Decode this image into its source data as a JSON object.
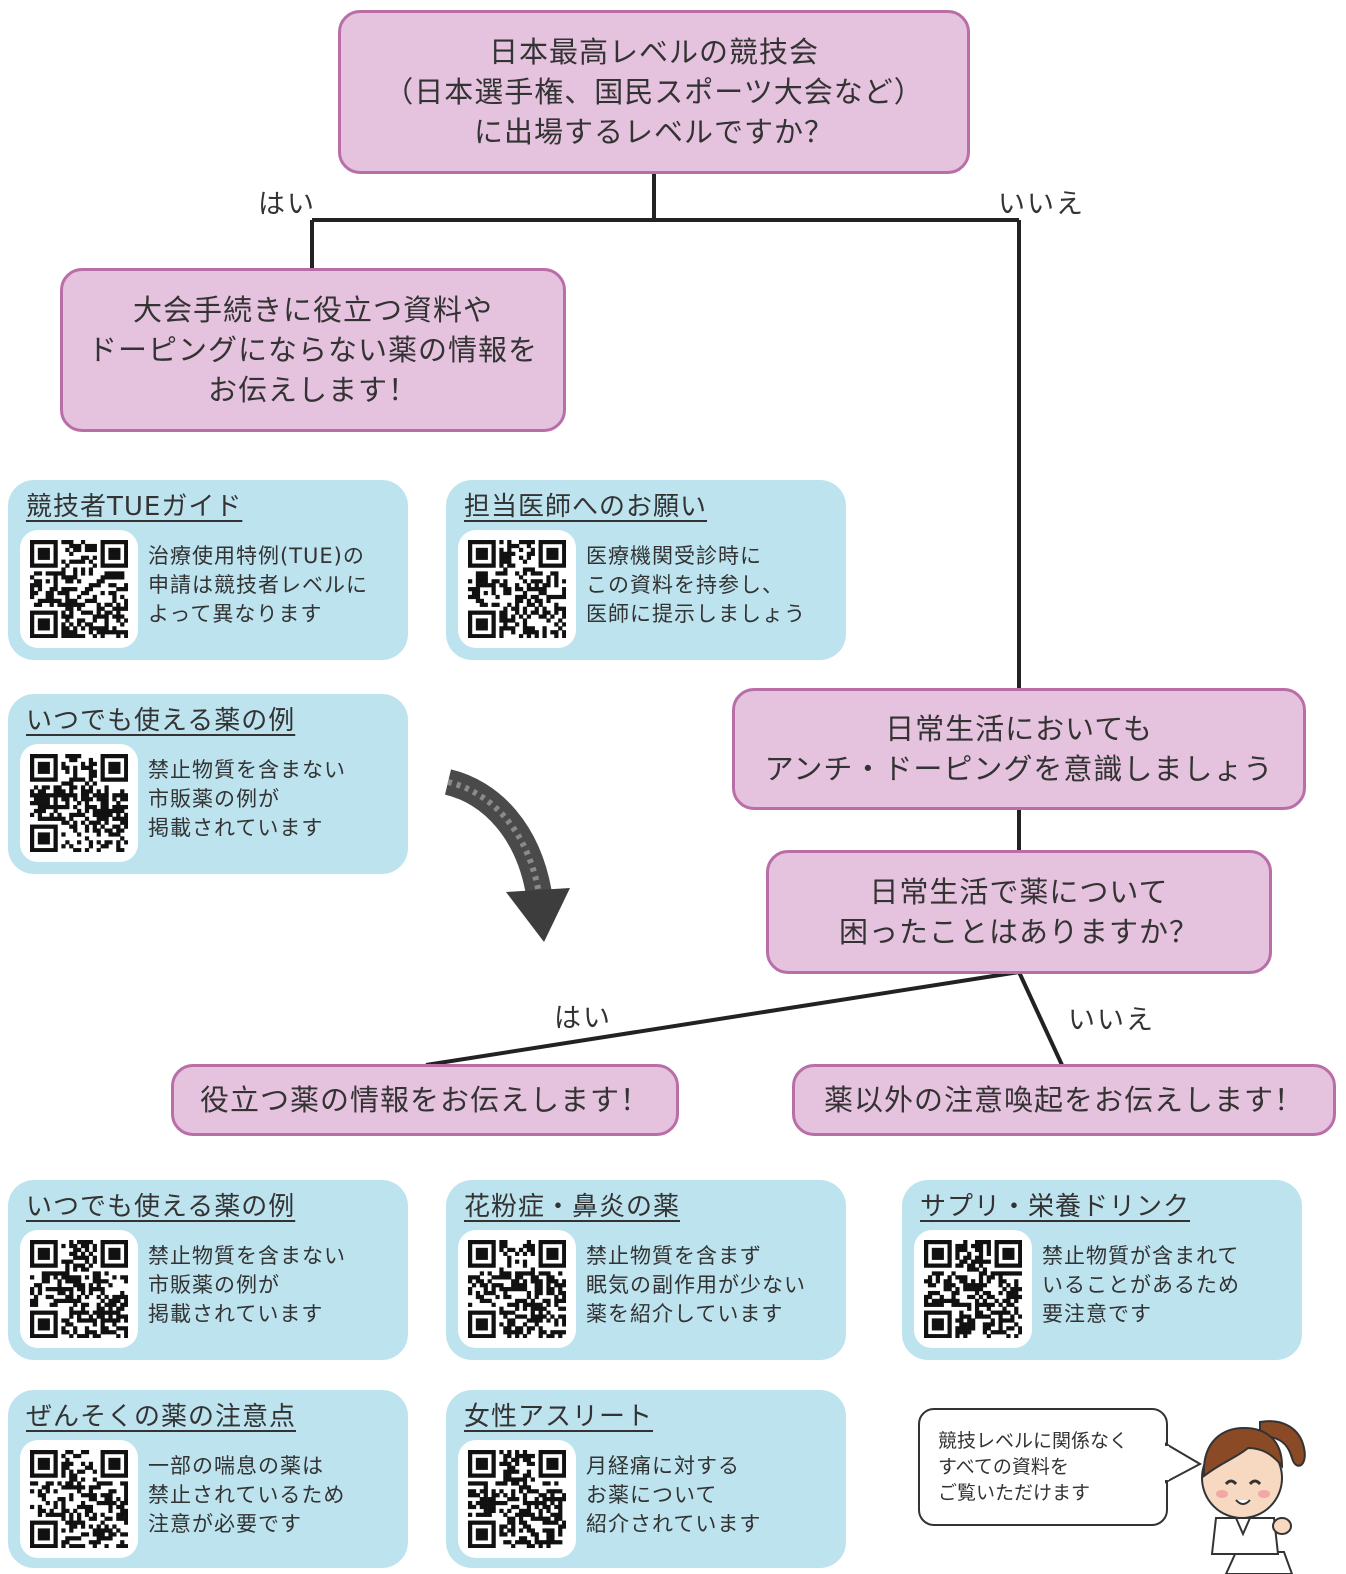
{
  "colors": {
    "decision_fill": "#e5c2dd",
    "decision_border": "#b96ea8",
    "card_fill": "#bde3ef",
    "line": "#222222"
  },
  "nodes": {
    "q1": "日本最高レベルの競技会\n（日本選手権、国民スポーツ大会など）\nに出場するレベルですか？",
    "top_info": "大会手続きに役立つ資料や\nドーピングにならない薬の情報を\nお伝えします！",
    "daily": "日常生活においても\nアンチ・ドーピングを意識しましょう",
    "q2": "日常生活で薬について\n困ったことはありますか？",
    "useful_info": "役立つ薬の情報をお伝えします！",
    "non_drug": "薬以外の注意喚起をお伝えします！"
  },
  "edge_labels": {
    "q1_yes": "はい",
    "q1_no": "いいえ",
    "q2_yes": "はい",
    "q2_no": "いいえ"
  },
  "cards": {
    "tue_guide": {
      "title": "競技者TUEガイド",
      "desc": "治療使用特例(TUE)の\n申請は競技者レベルに\nよって異なります"
    },
    "doctor_request": {
      "title": "担当医師へのお願い",
      "desc": "医療機関受診時に\nこの資料を持参し、\n医師に提示しましょう"
    },
    "always_usable_1": {
      "title": "いつでも使える薬の例",
      "desc": "禁止物質を含まない\n市販薬の例が\n掲載されています"
    },
    "always_usable_2": {
      "title": "いつでも使える薬の例",
      "desc": "禁止物質を含まない\n市販薬の例が\n掲載されています"
    },
    "hay_fever": {
      "title": "花粉症・鼻炎の薬",
      "desc": "禁止物質を含まず\n眠気の副作用が少ない\n薬を紹介しています"
    },
    "supplements": {
      "title": "サプリ・栄養ドリンク",
      "desc": "禁止物質が含まれて\nいることがあるため\n要注意です"
    },
    "asthma": {
      "title": "ぜんそくの薬の注意点",
      "desc": "一部の喘息の薬は\n禁止されているため\n注意が必要です"
    },
    "female_athlete": {
      "title": "女性アスリート",
      "desc": "月経痛に対する\nお薬について\n紹介されています"
    }
  },
  "bubble": "競技レベルに関係なく\nすべての資料を\nご覧いただけます",
  "icons": {
    "qr": "qr-code-icon",
    "arrow": "curved-arrow-icon",
    "mascot": "pharmacist-girl-icon"
  }
}
